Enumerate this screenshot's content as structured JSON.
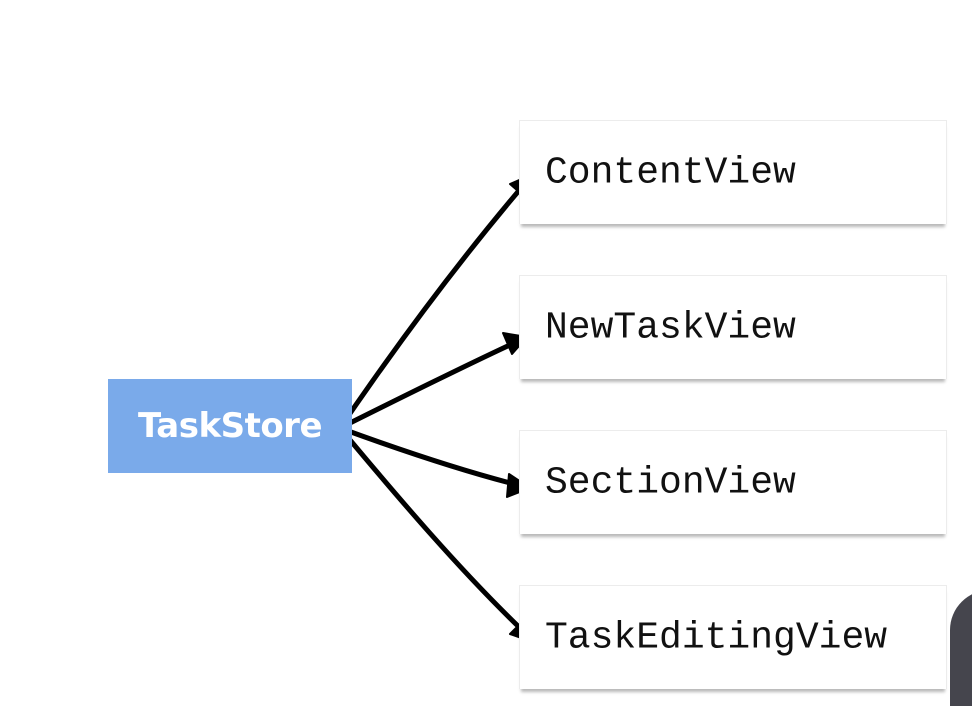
{
  "source": {
    "label": "TaskStore",
    "color": "#7aaaea"
  },
  "views": [
    {
      "label": "ContentView"
    },
    {
      "label": "NewTaskView"
    },
    {
      "label": "SectionView"
    },
    {
      "label": "TaskEditingView"
    }
  ],
  "arrow_color": "#000000"
}
